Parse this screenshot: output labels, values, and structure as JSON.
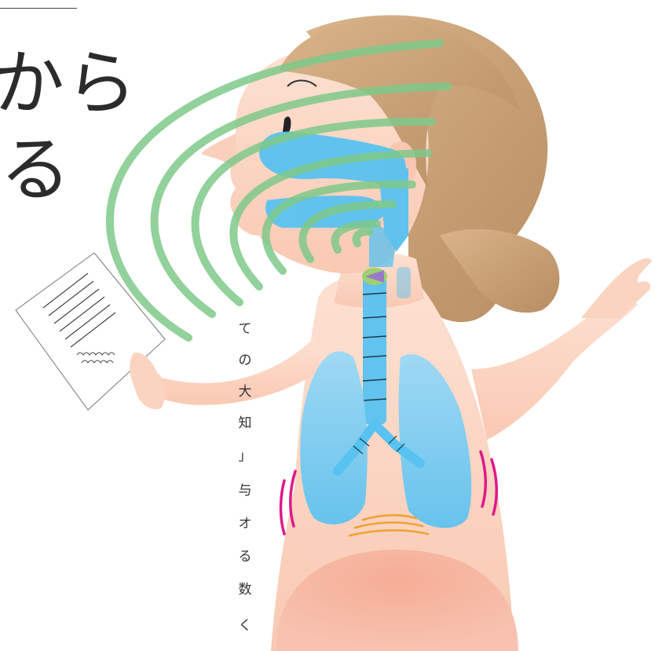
{
  "headline": {
    "line1": "から",
    "line2": "る"
  },
  "body_text_fragments": [
    "て",
    "の",
    "大",
    "知",
    "」",
    "与",
    "オ",
    "る",
    "数",
    "く"
  ],
  "illustration": {
    "subject": "woman-breathing-anatomy",
    "colors": {
      "skin": "#fbd5c3",
      "hair": "#c9a27a",
      "airway": "#5cc3f0",
      "lungs": "#7fcdf2",
      "sound_waves": "#84c98e",
      "vibration_marks": "#e0188a",
      "diaphragm_marks": "#f0a030",
      "larynx": "#9ccf6a"
    }
  }
}
